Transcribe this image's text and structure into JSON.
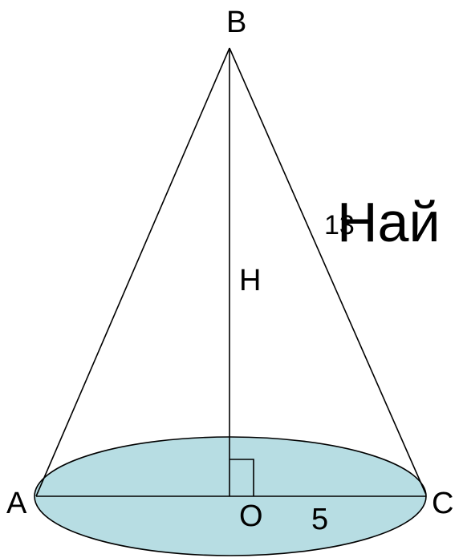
{
  "diagram": {
    "points": {
      "apex": "B",
      "left": "A",
      "right": "C",
      "center": "O"
    },
    "height_label": "H",
    "radius_label": "5",
    "slant_label": "13",
    "overlay_text": "Най"
  },
  "colors": {
    "base_fill": "#b7dde3",
    "stroke": "#000000",
    "text": "#000000"
  }
}
